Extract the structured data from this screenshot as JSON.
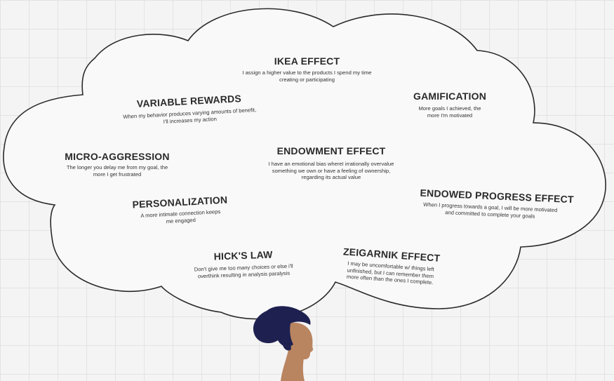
{
  "colors": {
    "background": "#f4f4f4",
    "grid": "#e3e3e3",
    "cloud_fill": "#f9f9f9",
    "cloud_stroke": "#2b2b2b",
    "hair": "#1e2150",
    "skin": "#b98460"
  },
  "concepts": {
    "ikea": {
      "title": "IKEA EFFECT",
      "description": "I assign a higher value to the products I spend my time creating or participating"
    },
    "variable_rewards": {
      "title": "VARIABLE REWARDS",
      "description": "When my behavior produces varying amounts of benefit, I'll increases my action"
    },
    "gamification": {
      "title": "GAMIFICATION",
      "description": "More goals I achieved, the more I'm motivated"
    },
    "micro_aggression": {
      "title": "MICRO-AGGRESSION",
      "description": "The longer you delay me from my goal, the more I get frustrated"
    },
    "endowment": {
      "title": "ENDOWMENT EFFECT",
      "description": "I have an emotional bias whereI irrationally overvalue something we own or have a feeling of ownership, regarding its actual value"
    },
    "endowed_progress": {
      "title": "ENDOWED PROGRESS EFFECT",
      "description": "When I progress towards a goal, I will be more motivated and committed to complete your goals"
    },
    "personalization": {
      "title": "PERSONALIZATION",
      "description": "A more intimate connection keeps me engaged"
    },
    "hicks_law": {
      "title": "HICK'S LAW",
      "description": "Don't give me too many choices or else i'll overthink resulting in analysis paralysis"
    },
    "zeigarnik": {
      "title": "ZEIGARNIK EFFECT",
      "description": "I may be uncomfortable w/ things left unfinished, but I can remember them more often than the ones I complete."
    }
  }
}
